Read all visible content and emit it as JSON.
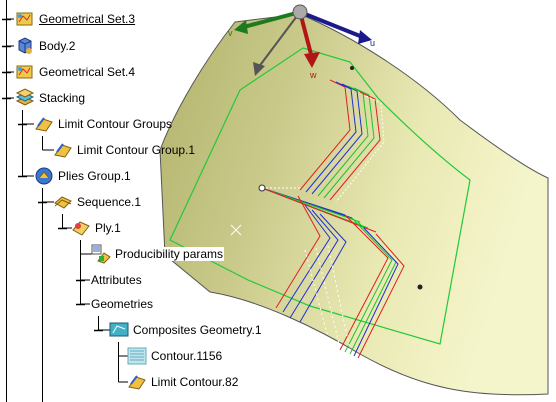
{
  "tree": {
    "nodes": [
      {
        "name": "tree-node-geometrical-set-3",
        "label": "Geometrical Set.3",
        "icon": "geometrical-set-icon",
        "level": 0,
        "selected": true
      },
      {
        "name": "tree-node-body-2",
        "label": "Body.2",
        "icon": "body-icon",
        "level": 0
      },
      {
        "name": "tree-node-geometrical-set-4",
        "label": "Geometrical Set.4",
        "icon": "geometrical-set-icon",
        "level": 0
      },
      {
        "name": "tree-node-stacking",
        "label": "Stacking",
        "icon": "stacking-icon",
        "level": 0
      },
      {
        "name": "tree-node-limit-contour-groups",
        "label": "Limit Contour Groups",
        "icon": "limit-contour-groups-icon",
        "level": 1
      },
      {
        "name": "tree-node-limit-contour-group-1",
        "label": "Limit Contour Group.1",
        "icon": "limit-contour-group-icon",
        "level": 2
      },
      {
        "name": "tree-node-plies-group-1",
        "label": "Plies Group.1",
        "icon": "plies-group-icon",
        "level": 1
      },
      {
        "name": "tree-node-sequence-1",
        "label": "Sequence.1",
        "icon": "sequence-icon",
        "level": 2
      },
      {
        "name": "tree-node-ply-1",
        "label": "Ply.1",
        "icon": "ply-icon",
        "level": 3
      },
      {
        "name": "tree-node-producibility-params",
        "label": "Producibility params",
        "icon": "producibility-params-icon",
        "level": 4
      },
      {
        "name": "tree-node-attributes",
        "label": "Attributes",
        "icon": "",
        "level": 4
      },
      {
        "name": "tree-node-geometries",
        "label": "Geometries",
        "icon": "",
        "level": 4
      },
      {
        "name": "tree-node-composites-geometry-1",
        "label": "Composites Geometry.1",
        "icon": "composites-geometry-icon",
        "level": 5
      },
      {
        "name": "tree-node-contour-1156",
        "label": "Contour.1156",
        "icon": "contour-icon",
        "level": 6
      },
      {
        "name": "tree-node-limit-contour-82",
        "label": "Limit Contour.82",
        "icon": "limit-contour-icon",
        "level": 6
      }
    ]
  },
  "compass": {
    "axis_u_label": "u",
    "axis_v_label": "v",
    "axis_w_label": "w",
    "x_color": "#1a1a8c",
    "y_color": "#1e7a1e",
    "z_color": "#b01616"
  },
  "colors": {
    "surface_light": "#f3f3c8",
    "surface_dark": "#a9a968",
    "ply_contour": "#22c93a",
    "stripe_red": "#e02020",
    "stripe_blue": "#2030d0",
    "stripe_green": "#20c030"
  }
}
